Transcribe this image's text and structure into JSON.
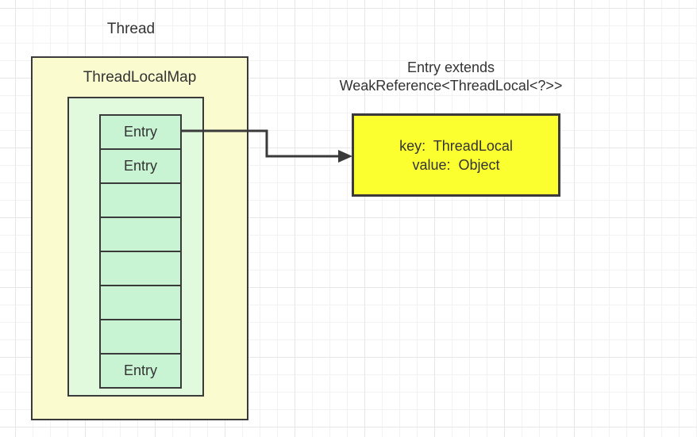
{
  "diagram": {
    "thread_label": "Thread",
    "thread_box_title": "ThreadLocalMap",
    "cells": [
      "Entry",
      "Entry",
      "",
      "",
      "",
      "",
      "",
      "Entry"
    ],
    "note_line1": "Entry extends",
    "note_line2": "WeakReference<ThreadLocal<?>>",
    "entry_detail_line1": "key:  ThreadLocal",
    "entry_detail_line2": "value:  Object",
    "colors": {
      "outer_box_fill": "#fbfbd0",
      "inner_box_fill": "#e1fadd",
      "entry_cell_fill": "#c9f4d3",
      "detail_box_fill": "#fbff2f",
      "border": "#3a3a3a",
      "text": "#333333",
      "grid_minor": "#f2f2f5",
      "grid_major": "#e7e7eb"
    }
  }
}
